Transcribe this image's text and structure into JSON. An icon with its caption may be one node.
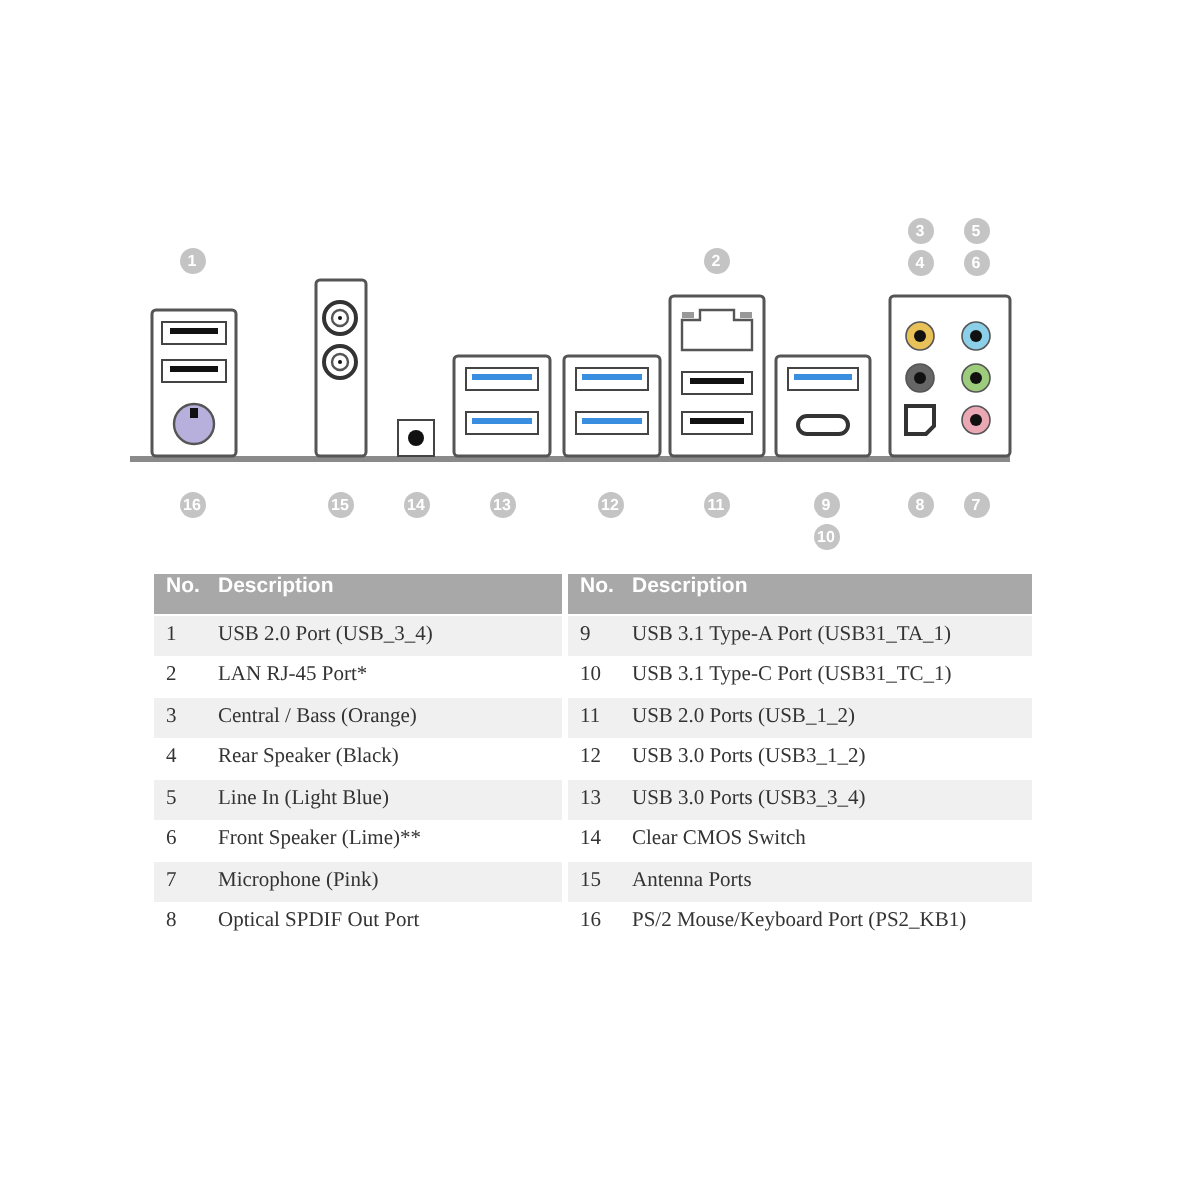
{
  "diagram": {
    "labels": [
      "3",
      "5",
      "1",
      "2",
      "4",
      "6",
      "16",
      "15",
      "14",
      "13",
      "12",
      "11",
      "9",
      "8",
      "7",
      "10",
      "No.",
      "Description",
      "No.",
      "Description",
      "1",
      "USB 2.0 Port (USB_3_4)",
      "9",
      "USB 3.1 Type-A Port (USB31_TA_1)",
      "2",
      "LAN RJ-45 Port*",
      "10",
      "USB 3.1 Type-C Port (USB31_TC_1)",
      "3",
      "Central / Bass (Orange)",
      "11",
      "USB 2.0 Ports (USB_1_2)",
      "4",
      "Rear Speaker (Black)",
      "12",
      "USB 3.0 Ports (USB3_1_2)",
      "5",
      "Line In (Light Blue)",
      "13",
      "USB 3.0 Ports (USB3_3_4)",
      "6",
      "Front Speaker (Lime)**",
      "14",
      "Clear CMOS Switch",
      "7",
      "Microphone (Pink)",
      "15",
      "Antenna Ports",
      "8",
      "Optical SPDIF Out Port",
      "16",
      "PS/2 Mouse/Keyboard Port (PS2_KB1)"
    ]
  }
}
